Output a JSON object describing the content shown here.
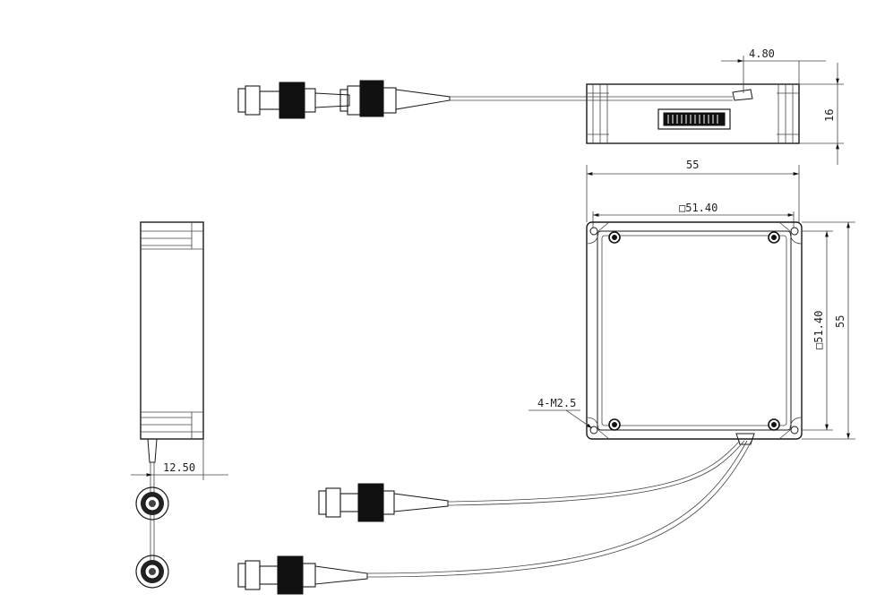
{
  "dimensions": {
    "top_offset": "4.80",
    "height": "16",
    "width_overall": "55",
    "width_inner": "□51.40",
    "depth_inner": "□51.40",
    "depth_overall": "55",
    "hole_callout": "4-M2.5",
    "side_offset": "12.50"
  }
}
